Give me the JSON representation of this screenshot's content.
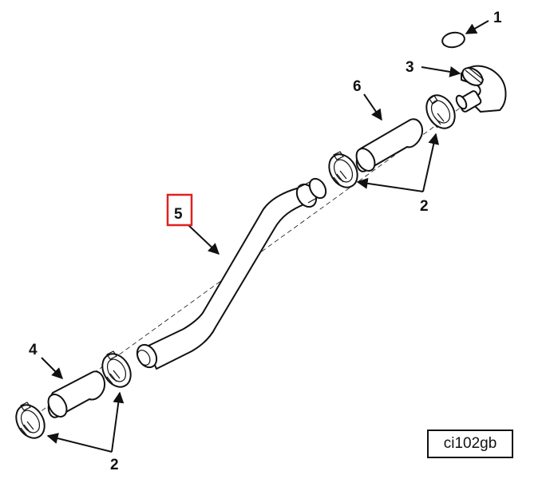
{
  "callouts": {
    "c1": "1",
    "c2a": "2",
    "c2b": "2",
    "c3": "3",
    "c4": "4",
    "c5": "5",
    "c6": "6"
  },
  "reference_code": "ci102gb",
  "highlight_color": "#e02020",
  "ink_color": "#111111"
}
